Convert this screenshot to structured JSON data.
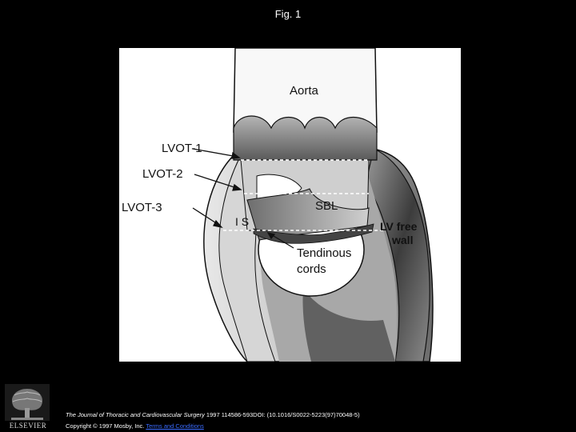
{
  "slide": {
    "title": "Fig. 1"
  },
  "figure": {
    "labels": {
      "aorta": "Aorta",
      "lvot1": "LVOT-1",
      "lvot2": "LVOT-2",
      "lvot3": "LVOT-3",
      "sbl": "SBL",
      "is": "I S",
      "lv_free_line1": "LV free",
      "lv_free_line2": "wall",
      "tendinous_line1": "Tendinous",
      "tendinous_line2": "cords"
    }
  },
  "footer": {
    "publisher_logo_text": "ELSEVIER",
    "journal": "The Journal of Thoracic and Cardiovascular Surgery",
    "citation_rest": " 1997 114586-593DOI: (10.1016/S0022-5223(97)70048-5)",
    "copyright": "Copyright © 1997 Mosby, Inc. ",
    "terms_link": "Terms and Conditions"
  }
}
